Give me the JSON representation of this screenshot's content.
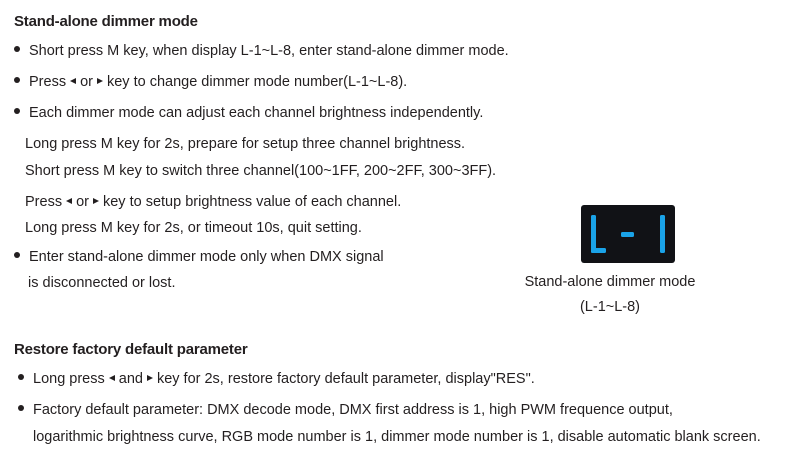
{
  "section1": {
    "heading": "Stand-alone dimmer mode",
    "bullet1": "Short press M key, when display L-1~L-8, enter stand-alone dimmer mode.",
    "bullet2_pre": "Press",
    "bullet2_or": "or",
    "bullet2_post": "key to change dimmer mode number(L-1~L-8).",
    "bullet3": "Each dimmer mode can adjust each channel brightness independently.",
    "sub1": "Long press M key for 2s,  prepare for setup three channel brightness.",
    "sub2": "Short press M key to switch three channel(100~1FF, 200~2FF, 300~3FF).",
    "sub3_pre": "Press",
    "sub3_or": "or",
    "sub3_post": "key to setup brightness value of each channel.",
    "sub4": "Long press M key for 2s, or timeout 10s, quit setting.",
    "bullet4_line1": "Enter stand-alone dimmer mode only when DMX signal",
    "bullet4_line2": "is disconnected or lost."
  },
  "display": {
    "text": "L - 1",
    "segment_color": "#1aa3e8",
    "background": "#111216",
    "caption_line1": "Stand-alone dimmer mode",
    "caption_line2": "(L-1~L-8)"
  },
  "section2": {
    "heading": "Restore factory default parameter",
    "bullet1_pre": "Long press",
    "bullet1_and": "and",
    "bullet1_post": "key for 2s, restore factory default parameter, display\"RES\".",
    "bullet2_line1": "Factory default parameter: DMX decode mode, DMX first address is 1, high PWM frequence output,",
    "bullet2_line2": "logarithmic brightness curve, RGB mode number is 1, dimmer mode number is 1, disable automatic blank screen."
  }
}
